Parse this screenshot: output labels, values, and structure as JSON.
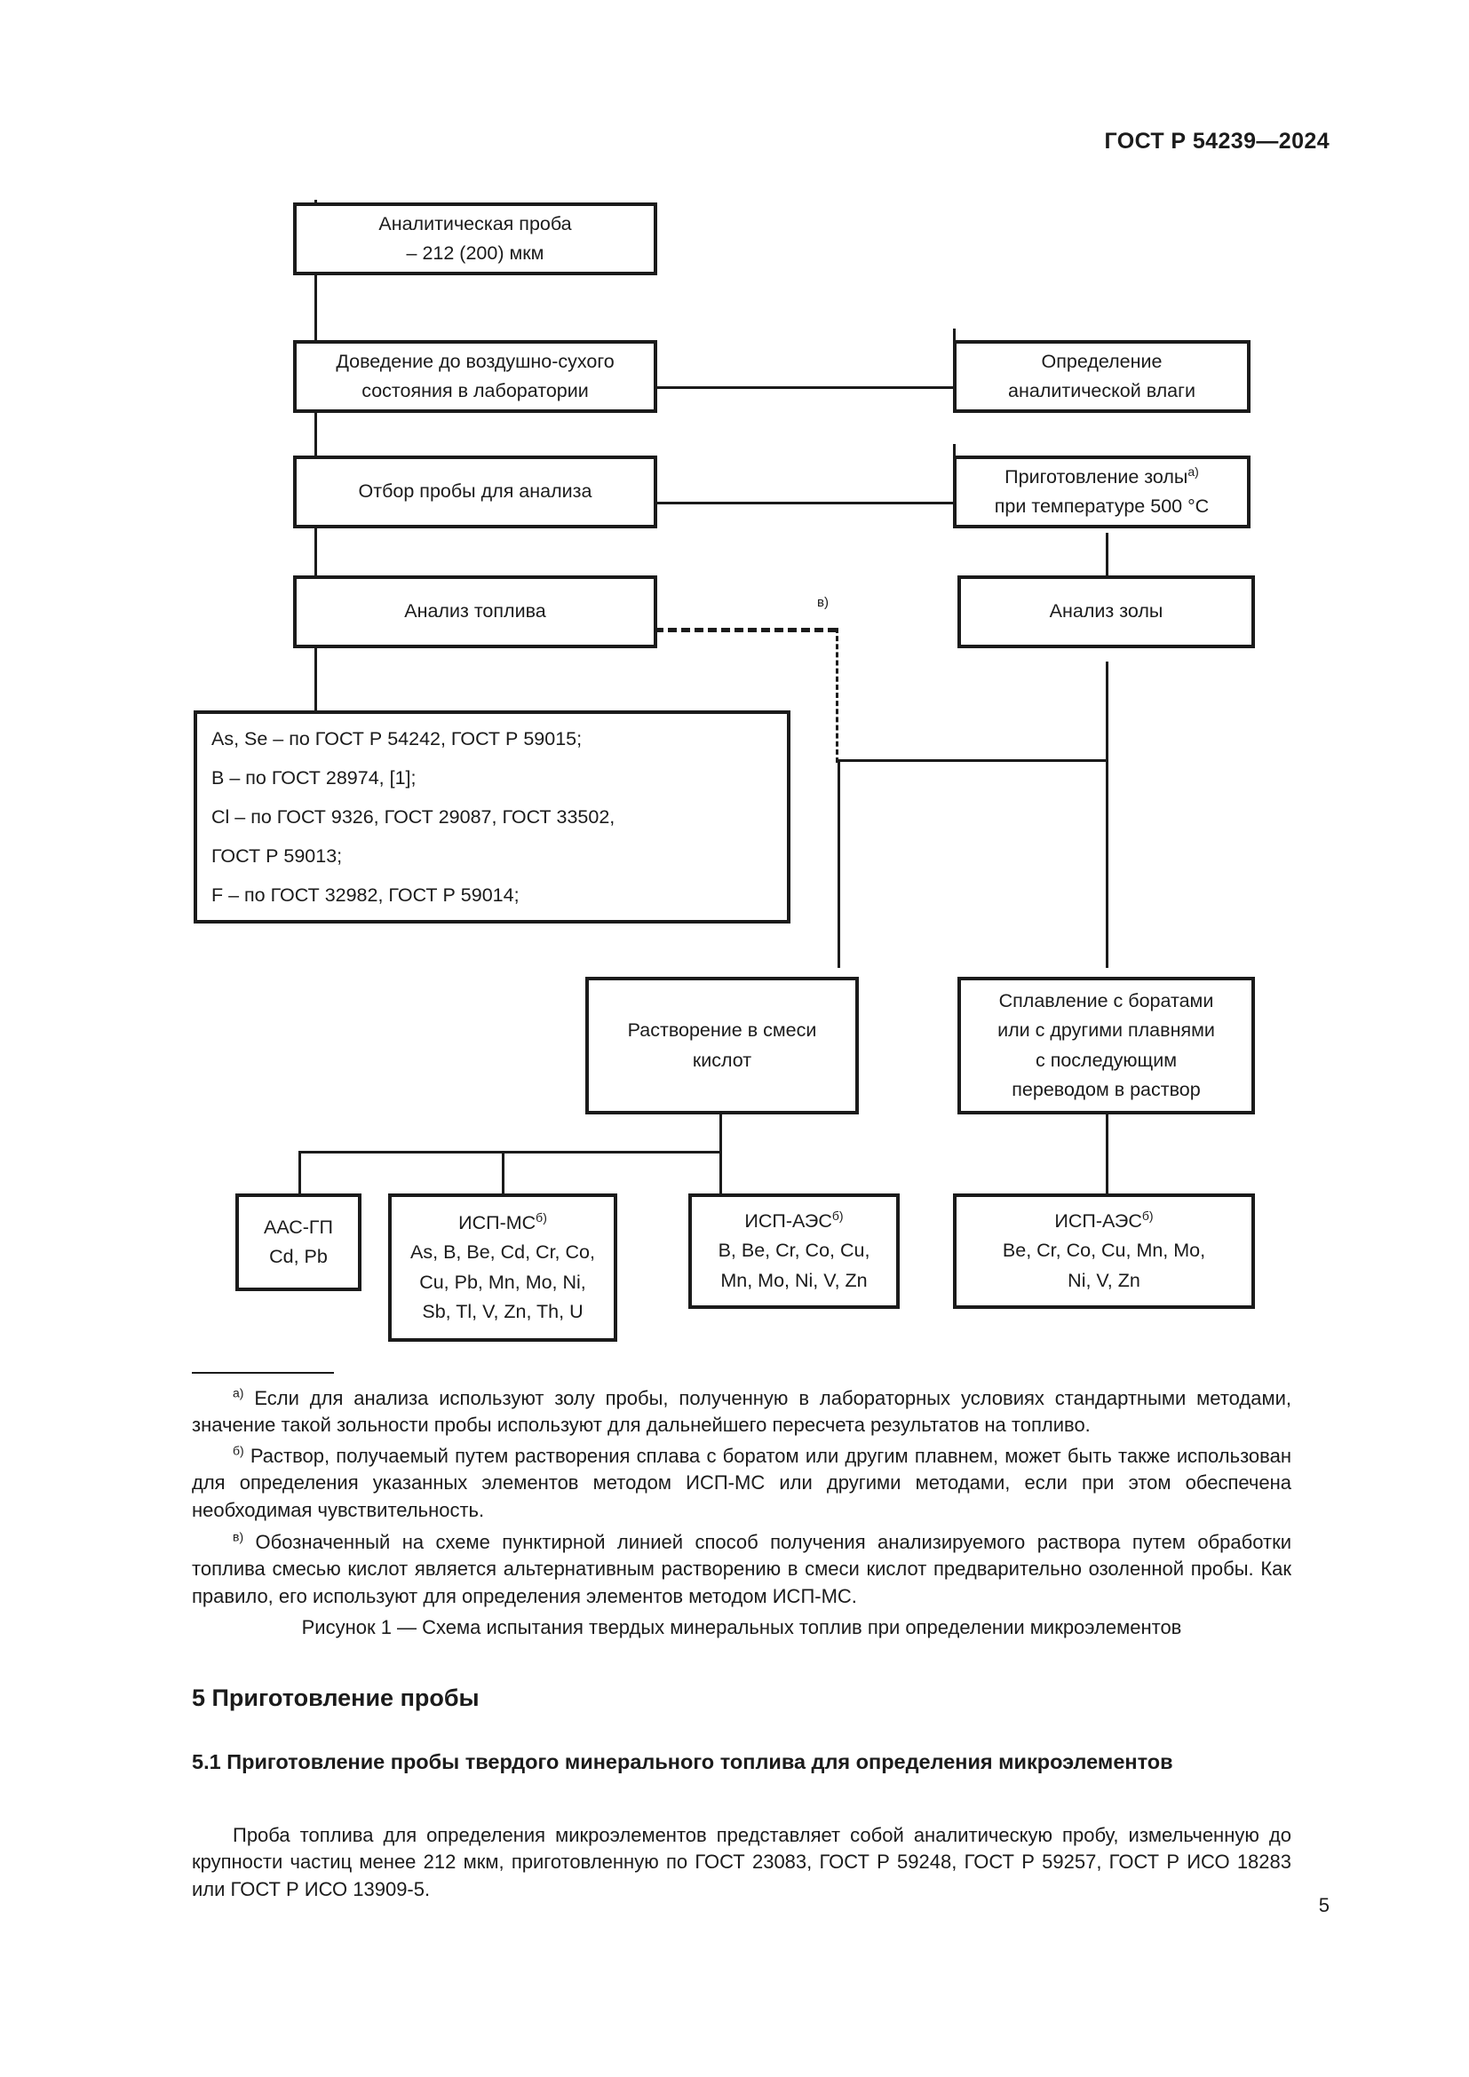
{
  "header": {
    "standard_id": "ГОСТ Р 54239—2024"
  },
  "flowchart": {
    "boxes": {
      "analytical_sample": "Аналитическая проба\n– 212 (200) мкм",
      "air_dry": "Доведение до воздушно-сухого\nсостояния в лаборатории",
      "moisture": "Определение\nаналитической влаги",
      "sampling": "Отбор пробы для анализа",
      "ash_prep_line1": "Приготовление золы",
      "ash_prep_sup": "а)",
      "ash_prep_line2": "при температуре 500 °C",
      "fuel_analysis": "Анализ топлива",
      "ash_analysis": "Анализ золы",
      "acid_dissolution": "Растворение в смеси\nкислот",
      "borate_fusion": "Сплавление с боратами\nили с другими плавнями\nс последующим\nпереводом в раствор"
    },
    "standards_box": {
      "lines": [
        "As, Se – по ГОСТ Р 54242, ГОСТ Р 59015;",
        "B – по ГОСТ 28974, [1];",
        "Cl – по ГОСТ 9326, ГОСТ 29087, ГОСТ 33502,",
        "ГОСТ Р 59013;",
        "F – по ГОСТ 32982, ГОСТ Р 59014;"
      ]
    },
    "dashed_note": "в)",
    "methods": [
      {
        "name": "ААС-ГП",
        "sup": "",
        "elements": [
          "Cd, Pb"
        ]
      },
      {
        "name": "ИСП-МС",
        "sup": "б)",
        "elements": [
          "As, B, Be, Cd, Cr, Co,",
          "Cu, Pb, Mn, Mo, Ni,",
          "Sb, Tl, V, Zn, Th, U"
        ]
      },
      {
        "name": "ИСП-АЭС",
        "sup": "б)",
        "elements": [
          "B, Be, Cr, Co, Cu,",
          "Mn, Mo, Ni, V, Zn"
        ]
      },
      {
        "name": "ИСП-АЭС",
        "sup": "б)",
        "elements": [
          "Be, Cr, Co, Cu, Mn, Mo,",
          "Ni, V, Zn"
        ]
      }
    ]
  },
  "footnotes": [
    {
      "marker": "а)",
      "text": "Если для анализа используют золу пробы, полученную в лабораторных условиях стандартными методами, значение такой зольности пробы используют для дальнейшего пересчета результатов на топливо."
    },
    {
      "marker": "б)",
      "text": "Раствор, получаемый путем растворения сплава с боратом или другим плавнем, может быть также использован для определения указанных элементов методом ИСП-МС или другими методами, если при этом обеспечена необходимая чувствительность."
    },
    {
      "marker": "в)",
      "text": "Обозначенный на схеме пунктирной линией способ получения анализируемого раствора путем обработки топлива смесью кислот является альтернативным растворению в смеси кислот предварительно озоленной пробы. Как правило, его используют для определения элементов методом ИСП-МС."
    }
  ],
  "figure_caption": "Рисунок 1 — Схема испытания твердых минеральных топлив при определении микроэлементов",
  "section": {
    "number_title": "5  Приготовление пробы",
    "subsection_title": "5.1  Приготовление пробы твердого минерального топлива для определения микроэлементов",
    "body": "Проба топлива для определения микроэлементов представляет собой аналитическую пробу, измельченную до крупности частиц менее 212 мкм, приготовленную по ГОСТ 23083, ГОСТ Р 59248, ГОСТ Р 59257, ГОСТ Р ИСО 18283 или ГОСТ Р ИСО 13909-5."
  },
  "page_number": "5"
}
